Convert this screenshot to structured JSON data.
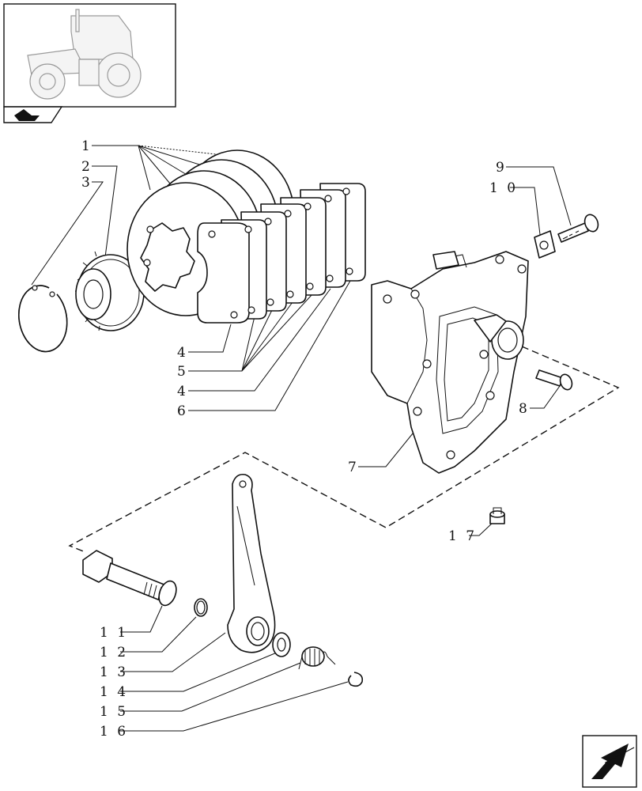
{
  "diagram": {
    "callouts": {
      "c1": "1",
      "c2": "2",
      "c3": "3",
      "c4a": "4",
      "c5": "5",
      "c4b": "4",
      "c6": "6",
      "c7": "7",
      "c8": "8",
      "c9": "9",
      "c10": "1 0",
      "c11": "1 1",
      "c12": "1 2",
      "c13": "1 3",
      "c14": "1 4",
      "c15": "1 5",
      "c16": "1 6",
      "c17": "1 7"
    }
  },
  "icons": {
    "thumbnail": "tractor-thumbnail",
    "section_tab": "section-arrow-icon",
    "nav": "back-arrow-icon"
  }
}
